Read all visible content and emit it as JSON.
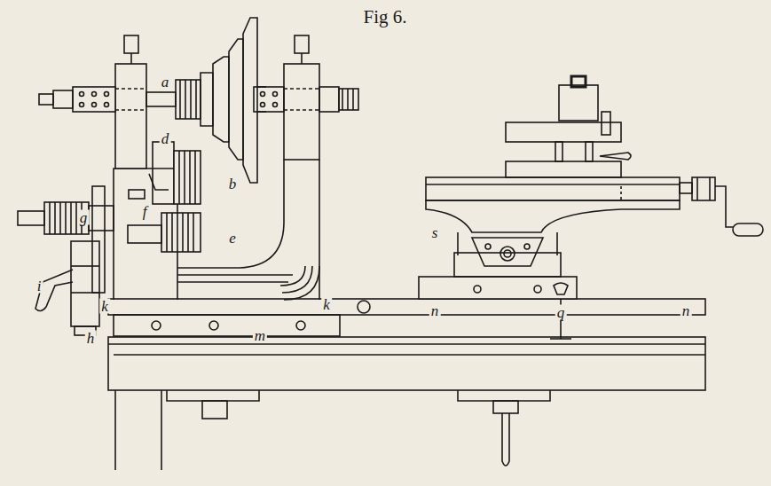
{
  "diagram": {
    "title": "Fig 6.",
    "labels": [
      "a",
      "d",
      "b",
      "s",
      "g",
      "f",
      "e",
      "i",
      "k",
      "k",
      "n",
      "q",
      "n",
      "h",
      "m"
    ]
  }
}
